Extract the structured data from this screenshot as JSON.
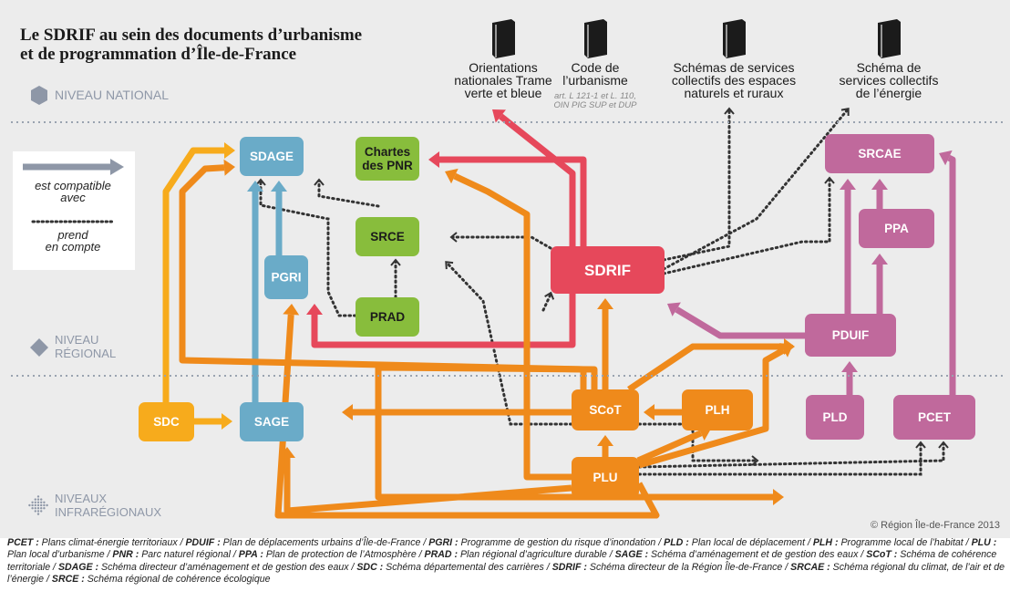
{
  "title": [
    "Le SDRIF au sein des documents d’urbanisme",
    "et de programmation d’Île-de-France"
  ],
  "levels": {
    "national": "NIVEAU NATIONAL",
    "regional": [
      "NIVEAU",
      "RÉGIONAL"
    ],
    "infra": [
      "NIVEAUX",
      "INFRARÉGIONAUX"
    ]
  },
  "key": {
    "compatible": [
      "est compatible",
      "avec"
    ],
    "prend": [
      "prend",
      "en compte"
    ]
  },
  "national_docs": [
    {
      "lines": [
        "Orientations",
        "nationales Trame",
        "verte et bleue"
      ],
      "sub": []
    },
    {
      "lines": [
        "Code de",
        "l’urbanisme"
      ],
      "sub": [
        "art. L 121-1 et L. 110,",
        "OIN PIG SUP et DUP"
      ]
    },
    {
      "lines": [
        "Schémas de services",
        "collectifs des espaces",
        "naturels et ruraux"
      ],
      "sub": []
    },
    {
      "lines": [
        "Schéma de",
        "services collectifs",
        "de l’énergie"
      ],
      "sub": []
    }
  ],
  "nodes": {
    "sdage": {
      "label": [
        "SDAGE"
      ],
      "color": "#6aabc8"
    },
    "pgri": {
      "label": [
        "PGRI"
      ],
      "color": "#6aabc8"
    },
    "sage": {
      "label": [
        "SAGE"
      ],
      "color": "#6aabc8"
    },
    "pnr": {
      "label": [
        "Chartes",
        "des PNR"
      ],
      "color": "#88bd3c"
    },
    "srce": {
      "label": [
        "SRCE"
      ],
      "color": "#88bd3c"
    },
    "prad": {
      "label": [
        "PRAD"
      ],
      "color": "#88bd3c"
    },
    "sdrif": {
      "label": [
        "SDRIF"
      ],
      "color": "#e6485b"
    },
    "srcae": {
      "label": [
        "SRCAE"
      ],
      "color": "#c0699c"
    },
    "ppa": {
      "label": [
        "PPA"
      ],
      "color": "#c0699c"
    },
    "pduif": {
      "label": [
        "PDUIF"
      ],
      "color": "#c0699c"
    },
    "pld": {
      "label": [
        "PLD"
      ],
      "color": "#c0699c"
    },
    "pcet": {
      "label": [
        "PCET"
      ],
      "color": "#c0699c"
    },
    "sdc": {
      "label": [
        "SDC"
      ],
      "color": "#f7ab1c"
    },
    "scot": {
      "label": [
        "SCoT"
      ],
      "color": "#ef8a1b"
    },
    "plh": {
      "label": [
        "PLH"
      ],
      "color": "#ef8a1b"
    },
    "plu": {
      "label": [
        "PLU"
      ],
      "color": "#ef8a1b"
    }
  },
  "colors": {
    "blue": "#6aabc8",
    "green": "#88bd3c",
    "red": "#e6485b",
    "pink": "#c0699c",
    "orange": "#ef8a1b",
    "yellow": "#f7ab1c",
    "level_gray": "#8e97a7",
    "background": "#ececec"
  },
  "copyright": "© Région Île-de-France 2013",
  "abbreviations": [
    {
      "abbr": "PCET :",
      "def": " Plans climat-énergie territoriaux / "
    },
    {
      "abbr": "PDUIF :",
      "def": " Plan de déplacements urbains d’Île-de-France / "
    },
    {
      "abbr": "PGRI :",
      "def": " Programme de gestion du risque d’inondation / "
    },
    {
      "abbr": "PLD :",
      "def": " Plan local de déplacement / "
    },
    {
      "abbr": "PLH :",
      "def": " Programme local de l’habitat / "
    },
    {
      "abbr": "PLU :",
      "def": " Plan local d’urbanisme / "
    },
    {
      "abbr": "PNR :",
      "def": " Parc naturel régional / "
    },
    {
      "abbr": "PPA :",
      "def": " Plan de protection de l’Atmosphère / "
    },
    {
      "abbr": "PRAD :",
      "def": " Plan régional d’agriculture durable / "
    },
    {
      "abbr": "SAGE :",
      "def": " Schéma d’aménagement et de gestion des eaux / "
    },
    {
      "abbr": "SCoT :",
      "def": " Schéma de cohérence territoriale / "
    },
    {
      "abbr": "SDAGE :",
      "def": " Schéma directeur d’aménagement et de gestion des eaux / "
    },
    {
      "abbr": "SDC :",
      "def": " Schéma départemental des carrières / "
    },
    {
      "abbr": "SDRIF :",
      "def": " Schéma directeur de la Région Île-de-France / "
    },
    {
      "abbr": "SRCAE :",
      "def": " Schéma régional du climat, de l’air et de l’énergie / "
    },
    {
      "abbr": "SRCE :",
      "def": " Schéma régional de cohérence écologique"
    }
  ]
}
